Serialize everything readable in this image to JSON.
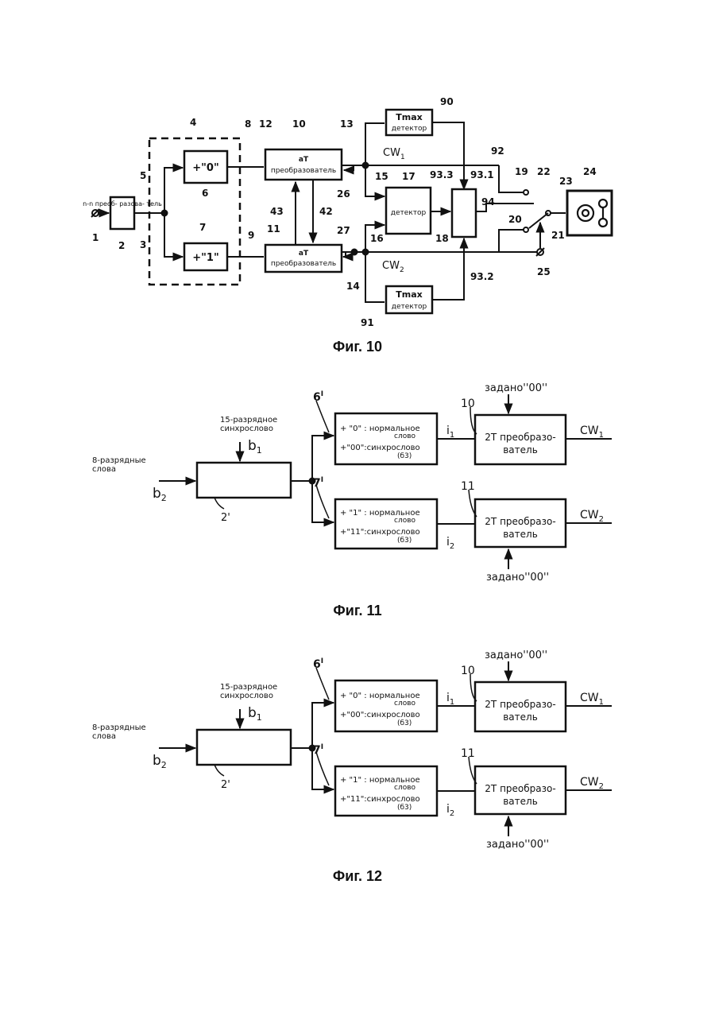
{
  "fig10": {
    "caption": "Фиг. 10",
    "blocks": {
      "nrzi_converter": "n-n преоб- разова- тель",
      "add0": "+\"0\"",
      "add1": "+\"1\"",
      "conv_top": [
        "aT",
        "преобразователь"
      ],
      "conv_bottom": [
        "aT",
        "преобразователь"
      ],
      "tmax_top": [
        "Tmax",
        "детектор"
      ],
      "tmax_bottom": [
        "Tmax",
        "детектор"
      ],
      "detector": "детектор"
    },
    "signals": {
      "cw1": "CW",
      "cw1_sub": "1",
      "cw2": "CW",
      "cw2_sub": "2"
    },
    "refs": {
      "r1": "1",
      "r2": "2",
      "r3": "3",
      "r4": "4",
      "r5": "5",
      "r6": "6",
      "r7": "7",
      "r8": "8",
      "r9": "9",
      "r10": "10",
      "r11": "11",
      "r12": "12",
      "r13": "13",
      "r14": "14",
      "r15": "15",
      "r16": "16",
      "r17": "17",
      "r18": "18",
      "r19": "19",
      "r20": "20",
      "r21": "21",
      "r22": "22",
      "r23": "23",
      "r24": "24",
      "r25": "25",
      "r26": "26",
      "r27": "27",
      "r42": "42",
      "r43": "43",
      "r90": "90",
      "r91": "91",
      "r92": "92",
      "r93_1": "93.1",
      "r93_2": "93.2",
      "r93_3": "93.3",
      "r94": "94"
    }
  },
  "fig11": {
    "caption": "Фиг. 11",
    "input_words": [
      "8-разрядные",
      "слова"
    ],
    "sync_word": [
      "15-разрядное",
      "синхрослово"
    ],
    "b1": "b",
    "b1_sub": "1",
    "b2": "b",
    "b2_sub": "2",
    "block2_ref": "2'",
    "top_ref": "6",
    "top_ref_sup": "I",
    "bottom_ref": "7",
    "bottom_ref_sup": "I",
    "top_block": [
      "+ \"0\" : нормальное",
      "слово",
      "+\"00\":синхрослово",
      "(б3)"
    ],
    "bottom_block": [
      "+ \"1\" : нормальное",
      "слово",
      "+\"11\":синхрослово",
      "(б3)"
    ],
    "i1": "i",
    "i1_sub": "1",
    "i2": "i",
    "i2_sub": "2",
    "conv_top_ref": "10",
    "conv_bottom_ref": "11",
    "conv_top": [
      "2T преобразо-",
      "ватель"
    ],
    "conv_bottom": [
      "2T преобразо-",
      "ватель"
    ],
    "given_top": "задано''00''",
    "given_bottom": "задано''00''",
    "cw1": "CW",
    "cw1_sub": "1",
    "cw2": "CW",
    "cw2_sub": "2"
  },
  "fig12": {
    "caption": "Фиг. 12",
    "input_words": [
      "8-разрядные",
      "слова"
    ],
    "sync_word": [
      "15-разрядное",
      "синхрослово"
    ],
    "b1": "b",
    "b1_sub": "1",
    "b2": "b",
    "b2_sub": "2",
    "block2_ref": "2'",
    "top_ref": "6",
    "top_ref_sup": "I",
    "bottom_ref": "7",
    "bottom_ref_sup": "I",
    "top_block": [
      "+ \"0\" : нормальное",
      "слово",
      "+\"00\":синхрослово",
      "(б3)"
    ],
    "bottom_block": [
      "+ \"1\" : нормальное",
      "слово",
      "+\"11\":синхрослово",
      "(б3)"
    ],
    "i1": "i",
    "i1_sub": "1",
    "i2": "i",
    "i2_sub": "2",
    "conv_top_ref": "10",
    "conv_bottom_ref": "11",
    "conv_top": [
      "2T преобразо-",
      "ватель"
    ],
    "conv_bottom": [
      "2T преобразо-",
      "ватель"
    ],
    "given_top": "задано''00''",
    "given_bottom": "задано''00''",
    "cw1": "CW",
    "cw1_sub": "1",
    "cw2": "CW",
    "cw2_sub": "2"
  }
}
